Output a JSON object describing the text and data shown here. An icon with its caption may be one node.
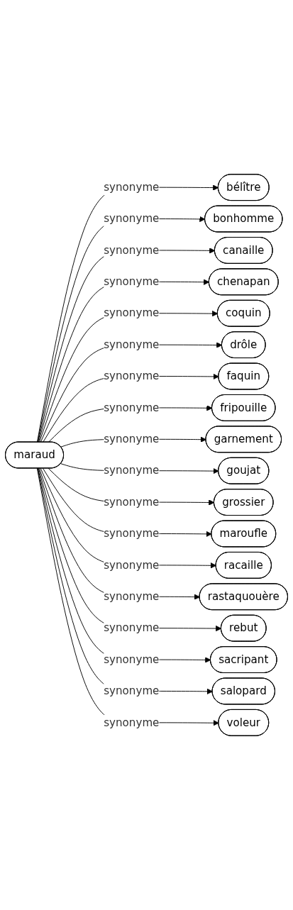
{
  "diagram": {
    "nodes": [
      {
        "text": [
          "maraud"
        ]
      },
      {
        "text": [
          "bélître"
        ]
      },
      {
        "text": [
          "bonhomme"
        ]
      },
      {
        "text": [
          "canaille"
        ]
      },
      {
        "text": [
          "chenapan"
        ]
      },
      {
        "text": [
          "coquin"
        ]
      },
      {
        "text": [
          "drôle"
        ]
      },
      {
        "text": [
          "faquin"
        ]
      },
      {
        "text": [
          "fripouille"
        ]
      },
      {
        "text": [
          "garnement"
        ]
      },
      {
        "text": [
          "goujat"
        ]
      },
      {
        "text": [
          "grossier"
        ]
      },
      {
        "text": [
          "maroufle"
        ]
      },
      {
        "text": [
          "racaille"
        ]
      },
      {
        "text": [
          "rastaquouère"
        ]
      },
      {
        "text": [
          "rebut"
        ]
      },
      {
        "text": [
          "sacripant"
        ]
      },
      {
        "text": [
          "salopard"
        ]
      },
      {
        "text": [
          "voleur"
        ]
      }
    ],
    "edges": [
      {
        "from": 0,
        "to": 1,
        "arrow": "to",
        "label": "synonyme"
      },
      {
        "from": 0,
        "to": 2,
        "arrow": "to",
        "label": "synonyme"
      },
      {
        "from": 0,
        "to": 3,
        "arrow": "to",
        "label": "synonyme"
      },
      {
        "from": 0,
        "to": 4,
        "arrow": "to",
        "label": "synonyme"
      },
      {
        "from": 0,
        "to": 5,
        "arrow": "to",
        "label": "synonyme"
      },
      {
        "from": 0,
        "to": 6,
        "arrow": "to",
        "label": "synonyme"
      },
      {
        "from": 0,
        "to": 7,
        "arrow": "to",
        "label": "synonyme"
      },
      {
        "from": 0,
        "to": 8,
        "arrow": "to",
        "label": "synonyme"
      },
      {
        "from": 0,
        "to": 9,
        "arrow": "to",
        "label": "synonyme"
      },
      {
        "from": 0,
        "to": 10,
        "arrow": "to",
        "label": "synonyme"
      },
      {
        "from": 0,
        "to": 11,
        "arrow": "to",
        "label": "synonyme"
      },
      {
        "from": 0,
        "to": 12,
        "arrow": "to",
        "label": "synonyme"
      },
      {
        "from": 0,
        "to": 13,
        "arrow": "to",
        "label": "synonyme"
      },
      {
        "from": 0,
        "to": 14,
        "arrow": "to",
        "label": "synonyme"
      },
      {
        "from": 0,
        "to": 15,
        "arrow": "to",
        "label": "synonyme"
      },
      {
        "from": 0,
        "to": 16,
        "arrow": "to",
        "label": "synonyme"
      },
      {
        "from": 0,
        "to": 17,
        "arrow": "to",
        "label": "synonyme"
      },
      {
        "from": 0,
        "to": 18,
        "arrow": "to",
        "label": "synonyme"
      }
    ]
  }
}
